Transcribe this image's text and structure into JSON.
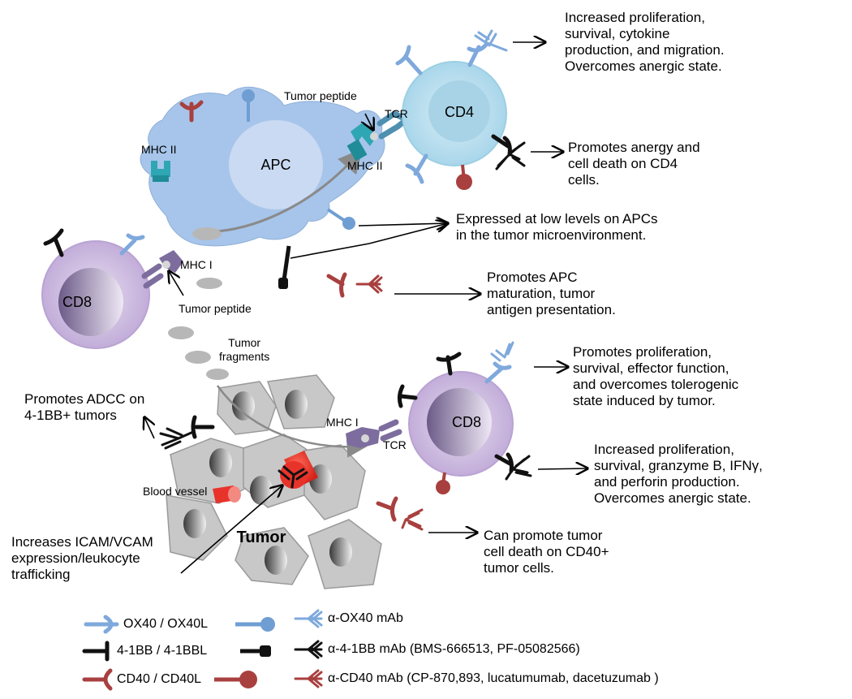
{
  "cells": {
    "apc": "APC",
    "cd4": "CD4",
    "cd8_top": "CD8",
    "cd8_bottom": "CD8",
    "tumor": "Tumor"
  },
  "labels": {
    "mhc2_left": "MHC II",
    "mhc2_right": "MHC II",
    "tcr_top": "TCR",
    "tumor_peptide_top": "Tumor peptide",
    "mhc1_top": "MHC I",
    "tumor_peptide_bottom": "Tumor peptide",
    "tumor_fragments": [
      "Tumor",
      "fragments"
    ],
    "mhc1_bottom": "MHC I",
    "tcr_bottom": "TCR",
    "blood_vessel": "Blood vessel"
  },
  "notes": {
    "n1": [
      "Increased proliferation,",
      "survival, cytokine",
      "production, and migration.",
      "Overcomes anergic state."
    ],
    "n2": [
      "Promotes anergy and",
      "cell death on CD4",
      "cells."
    ],
    "n3": [
      "Expressed at low levels on APCs",
      "in the tumor microenvironment."
    ],
    "n4": [
      "Promotes APC",
      "maturation, tumor",
      "antigen presentation."
    ],
    "n5": [
      "Promotes proliferation,",
      "survival, effector function,",
      "and overcomes tolerogenic",
      "state induced by tumor."
    ],
    "n6": [
      "Promotes ADCC on",
      "4-1BB+ tumors"
    ],
    "n7": [
      "Increased proliferation,",
      "survival, granzyme B, IFNγ,",
      "and perforin production.",
      "Overcomes anergic state."
    ],
    "n8": [
      "Increases ICAM/VCAM",
      "expression/leukocyte",
      "trafficking"
    ],
    "n9": [
      "Can promote tumor",
      "cell death on CD40+",
      "tumor cells."
    ]
  },
  "legend": {
    "ox40": "OX40 / OX40L",
    "bb": "4-1BB / 4-1BBL",
    "cd40": "CD40 / CD40L",
    "ab_ox40": "α-OX40 mAb",
    "ab_bb": "α-4-1BB mAb (BMS-666513, PF-05082566)",
    "ab_cd40": "α-CD40 mAb (CP-870,893, lucatumumab, dacetuzumab )"
  },
  "colors": {
    "ox40": "#8fb4e0",
    "bb": "#111111",
    "cd40": "#a8403f",
    "apc": "#a7c5ea",
    "cd4": "#bfe3f2",
    "cd8": "#c9b7dc",
    "mhc2": "#2fa6b3",
    "mhc1": "#7d6d9e",
    "tumor": "#c8c8c8",
    "vessel": "#e8332b"
  }
}
